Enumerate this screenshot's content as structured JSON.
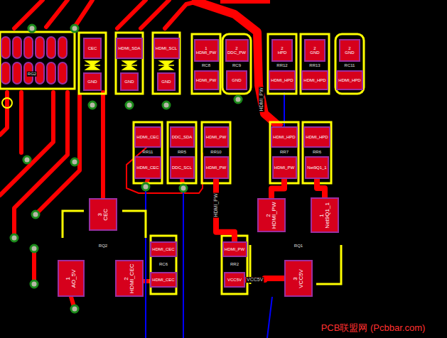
{
  "diagram": {
    "nodes": [
      {
        "text": [
          "CEC"
        ]
      },
      {
        "text": [
          "GND"
        ]
      },
      {
        "text": [
          "HDMI_SDA"
        ]
      },
      {
        "text": [
          "GND"
        ]
      },
      {
        "text": [
          "HDMI_SCL"
        ]
      },
      {
        "text": [
          "GND"
        ]
      },
      {
        "text": [
          "1",
          "HDMI_PW"
        ]
      },
      {
        "text": [
          "2",
          "DDC_PW"
        ]
      },
      {
        "text": [
          "HDMI_PW"
        ]
      },
      {
        "text": [
          "GND"
        ]
      },
      {
        "text": [
          "2",
          "HPD"
        ]
      },
      {
        "text": [
          "2",
          "GND"
        ]
      },
      {
        "text": [
          "2",
          "GND"
        ]
      },
      {
        "text": [
          "HDMI_HPD"
        ]
      },
      {
        "text": [
          "HDMI_HPD"
        ]
      },
      {
        "text": [
          "HDMI_HPD"
        ]
      },
      {
        "text": [
          "HDMI_CEC"
        ]
      },
      {
        "text": [
          "DDC_SDA"
        ]
      },
      {
        "text": [
          "HDMI_PW"
        ]
      },
      {
        "text": [
          "HDMI_CEC"
        ]
      },
      {
        "text": [
          "DDC_SCL"
        ]
      },
      {
        "text": [
          "HDMI_PW"
        ]
      },
      {
        "text": [
          "HDMI_HPD"
        ]
      },
      {
        "text": [
          "HDMI_HPD"
        ]
      },
      {
        "text": [
          "HDMI_PW"
        ]
      },
      {
        "text": [
          "Net9Q1_1"
        ]
      },
      {
        "text": [
          "3",
          "CEC"
        ]
      },
      {
        "text": [
          "1",
          "AO_5V"
        ]
      },
      {
        "text": [
          "2",
          "HDMI_CEC"
        ]
      },
      {
        "text": [
          "2",
          "HDMI_PW"
        ]
      },
      {
        "text": [
          "1",
          "Net9Q1_1"
        ]
      },
      {
        "text": [
          "3",
          "VCC5V"
        ]
      },
      {
        "text": [
          "HDMI_CEC"
        ]
      },
      {
        "text": [
          "HDMI_CEC"
        ]
      },
      {
        "text": [
          "HDMI_PW"
        ]
      },
      {
        "text": [
          "VCC5V"
        ]
      }
    ],
    "edges": [
      {
        "from": 21,
        "to": 34,
        "arrow": "none",
        "label": "HDMI_PW"
      },
      {
        "from": 24,
        "to": 29,
        "arrow": "none"
      },
      {
        "from": 35,
        "to": 31,
        "arrow": "none",
        "label": "VCC5V"
      },
      {
        "from": 25,
        "to": 30,
        "arrow": "none"
      }
    ],
    "labels": [
      "RG2",
      "RC8",
      "RC9",
      "RR12",
      "RR13",
      "RC11",
      "HDMI_PW",
      "RR11",
      "RR5",
      "RR10",
      "RR7",
      "RR6",
      "RQ2",
      "RQ1",
      "RC6",
      "RR2",
      "PCB联盟网 (Pcbbar.com)"
    ]
  }
}
